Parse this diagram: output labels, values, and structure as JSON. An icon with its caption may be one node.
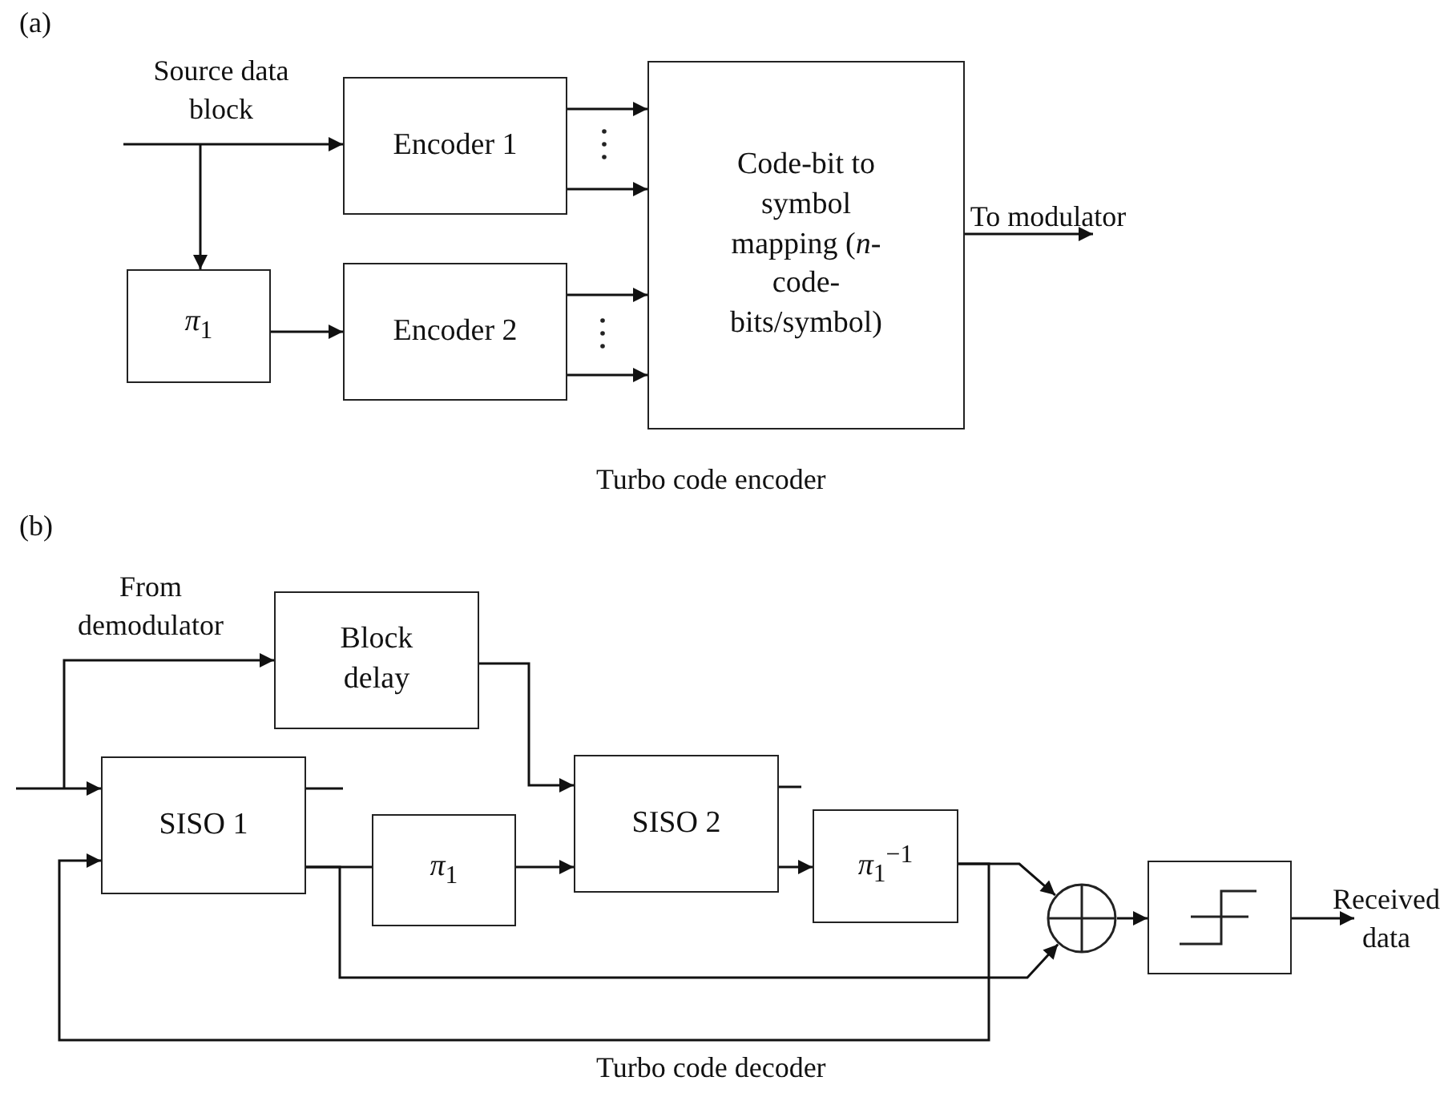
{
  "diagram": {
    "nodes": [
      {
        "text": [
          "Encoder 1"
        ]
      },
      {
        "text": [
          "*π*$_{1}$"
        ]
      },
      {
        "text": [
          "Encoder 2"
        ]
      },
      {
        "text": [
          "Code-bit to symbol mapping (*n*-code-bits/symbol)"
        ]
      },
      {
        "text": [
          "Block delay"
        ]
      },
      {
        "text": [
          "SISO 1"
        ]
      },
      {
        "text": [
          "*π*$_{1}$"
        ]
      },
      {
        "text": [
          "SISO 2"
        ]
      },
      {
        "text": [
          "*π*$_{1}$$^{−1}$"
        ]
      },
      {
        "text": [],
        "shape": "circle"
      },
      {
        "text": [],
        "shape": "box"
      }
    ],
    "edges": [
      {
        "from": null,
        "to": 0,
        "arrow": "to",
        "label": "Source data block"
      },
      {
        "from": null,
        "to": 1,
        "arrow": "to"
      },
      {
        "from": 1,
        "to": 2,
        "arrow": "to"
      },
      {
        "from": 0,
        "to": 3,
        "arrow": "to"
      },
      {
        "from": 0,
        "to": 3,
        "arrow": "to"
      },
      {
        "from": 2,
        "to": 3,
        "arrow": "to"
      },
      {
        "from": 2,
        "to": 3,
        "arrow": "to"
      },
      {
        "from": 3,
        "to": null,
        "arrow": "to",
        "label": "To modulator"
      },
      {
        "from": null,
        "to": 5,
        "arrow": "to"
      },
      {
        "from": null,
        "to": 4,
        "arrow": "to",
        "label": "From demodulator"
      },
      {
        "from": 4,
        "to": 7,
        "arrow": "to"
      },
      {
        "from": 5,
        "to": 6,
        "arrow": "none"
      },
      {
        "from": 6,
        "to": 7,
        "arrow": "to"
      },
      {
        "from": 7,
        "to": 8,
        "arrow": "to"
      },
      {
        "from": 8,
        "to": 9,
        "arrow": "to"
      },
      {
        "from": 8,
        "to": 5,
        "arrow": "to"
      },
      {
        "from": 5,
        "to": 9,
        "arrow": "to"
      },
      {
        "from": 9,
        "to": 10,
        "arrow": "to"
      },
      {
        "from": 10,
        "to": null,
        "arrow": "to",
        "label": "Received data"
      },
      {
        "from": 5,
        "to": null,
        "arrow": "none"
      },
      {
        "from": 7,
        "to": null,
        "arrow": "none"
      }
    ],
    "labels": [
      "(a)",
      "Turbo code encoder",
      "(b)",
      "Turbo code decoder"
    ]
  }
}
